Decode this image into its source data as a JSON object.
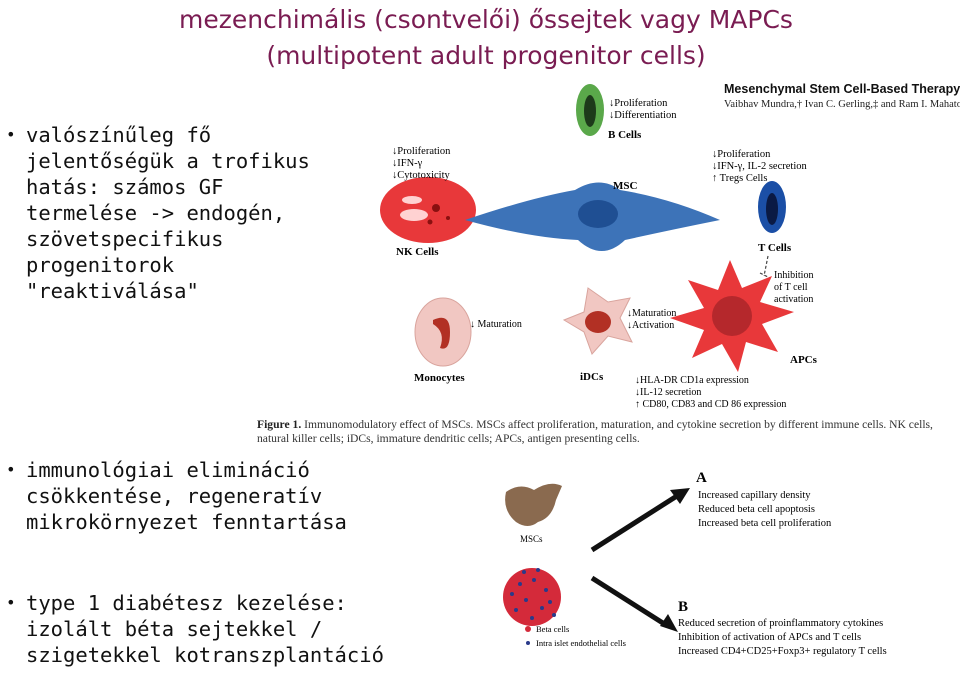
{
  "slide": {
    "title_line1": "mezenchimális (csontvelői) őssejtek vagy MAPCs",
    "title_line2": "(multipotent adult progenitor cells)",
    "bullets": [
      {
        "lines": [
          "valószínűleg fő",
          "jelentőségük a trofikus",
          "hatás: számos GF",
          "termelése -> endogén,",
          "szövetspecifikus",
          "progenitorok",
          "\"reaktiválása\""
        ]
      },
      {
        "lines": [
          "immunológiai elimináció",
          "csökkentése, regeneratív",
          "mikrokörnyezet fenntartása"
        ]
      },
      {
        "lines": [
          "type 1 diabétesz kezelése:",
          "izolált béta sejtekkel /",
          "szigetekkel kotranszplantáció"
        ]
      }
    ]
  },
  "figure1": {
    "ref_title": "Mesenchymal Stem Cell-Based Therapy",
    "ref_authors": "Vaibhav Mundra,† Ivan C. Gerling,‡ and Ram I. Mahato*,†",
    "center_label": "MSC",
    "bcells": {
      "label": "B Cells",
      "effects": [
        "↓Proliferation",
        "↓Differentiation"
      ]
    },
    "nk": {
      "label": "NK Cells",
      "effects": [
        "↓Proliferation",
        "↓IFN-γ",
        "↓Cytotoxicity"
      ]
    },
    "tcells": {
      "label": "T Cells",
      "effects": [
        "↓Proliferation",
        "↓IFN-γ, IL-2 secretion",
        "↑ Tregs Cells"
      ],
      "inhibition": [
        "Inhibition",
        "of T cell",
        "activation"
      ]
    },
    "monocytes": {
      "label": "Monocytes",
      "effects": [
        "↓ Maturation"
      ]
    },
    "idcs": {
      "label": "iDCs",
      "effects": [
        "↓Maturation",
        "↓Activation"
      ]
    },
    "apcs": {
      "label": "APCs",
      "effects": [
        "↓HLA-DR  CD1a expression",
        "↓IL-12 secretion",
        "↑ CD80, CD83 and CD 86 expression"
      ]
    },
    "caption_bold": "Figure 1.",
    "caption_line1": " Immunomodulatory effect of MSCs. MSCs affect proliferation, maturation, and cytokine secretion by different immune cells. NK cells,",
    "caption_line2": "natural killer cells; iDCs, immature dendritic cells; APCs, antigen presenting cells."
  },
  "figure2": {
    "msc_label": "MSCs",
    "beta_label": "Beta cells",
    "endo_label": "Intra islet endothelial cells",
    "a_letter": "A",
    "a_lines": [
      "Increased capillary density",
      "Reduced beta cell apoptosis",
      "Increased beta cell proliferation"
    ],
    "b_letter": "B",
    "b_lines": [
      "Reduced secretion of proinflammatory cytokines",
      "Inhibition of activation of APCs and T cells",
      "Increased CD4+CD25+Foxp3+ regulatory T cells"
    ]
  },
  "colors": {
    "title": "#7a1c52",
    "msc_blue": "#3d73b8",
    "red_cell": "#e8383a",
    "dark_red": "#b5282c",
    "navy": "#1b2a6b"
  }
}
